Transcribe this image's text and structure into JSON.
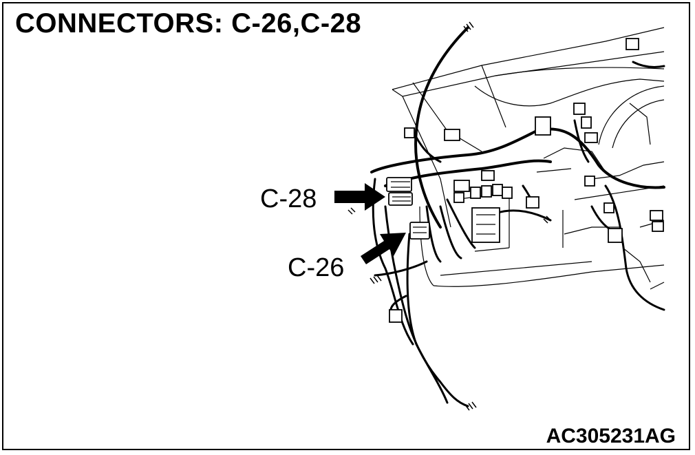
{
  "diagram": {
    "title": "CONNECTORS: C-26,C-28",
    "figure_code": "AC305231AG",
    "callouts": [
      {
        "id": "c28",
        "label": "C-28"
      },
      {
        "id": "c26",
        "label": "C-26"
      }
    ],
    "colors": {
      "ink": "#000000",
      "paper": "#ffffff"
    }
  }
}
